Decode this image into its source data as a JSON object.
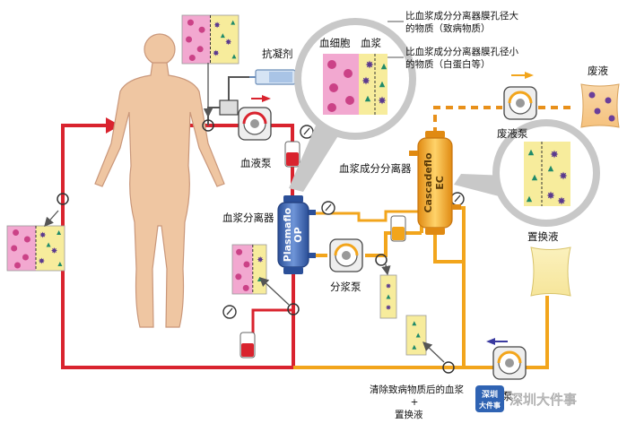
{
  "labels": {
    "anticoagulant": "抗凝剂",
    "blood_pump": "血液泵",
    "plasma_separator": "血浆分离器",
    "fractionation_pump": "分浆泵",
    "plasma_fractionator": "血浆成分分离器",
    "waste_pump": "废液泵",
    "waste_fluid": "废液",
    "replacement_fluid": "置换液",
    "replacement_pump": "置换液泵",
    "blood_cells": "血细胞",
    "plasma": "血浆",
    "filter_op_line1": "Plasmaflo",
    "filter_op_line2": "OP",
    "filter_ec_line1": "Cascadeflo",
    "filter_ec_line2": "EC",
    "legend_large_line1": "比血浆成分分离器膜孔径大",
    "legend_large_line2": "的物质（致病物质）",
    "legend_small_line1": "比血浆成分分离器膜孔径小",
    "legend_small_line2": "的物质（白蛋白等）",
    "cleaned_line1": "清除致病物质后的血浆",
    "cleaned_line2": "+",
    "cleaned_line3": "置换液"
  },
  "watermark": {
    "badge_line1": "深圳",
    "badge_line2": "大件事",
    "text": "深圳大件事"
  },
  "colors": {
    "blood_line": "#d9232e",
    "plasma_line": "#f2a51c",
    "waste_line": "#e8901a",
    "body": "#efc6a2",
    "blood_cell_panel": "#f2a8d0",
    "plasma_panel": "#f7ec9c",
    "filter_op": "#3f68b4",
    "filter_ec": "#f4a92d",
    "pump_body": "#eeeeee",
    "magnifier": "#c8c8c8"
  }
}
